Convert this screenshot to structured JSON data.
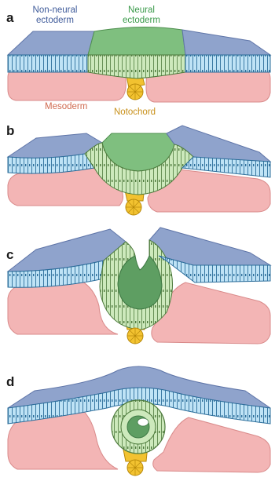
{
  "panels": [
    {
      "letter": "a"
    },
    {
      "letter": "b"
    },
    {
      "letter": "c"
    },
    {
      "letter": "d"
    }
  ],
  "labels": {
    "non_neural_line1": "Non-neural",
    "non_neural_line2": "ectoderm",
    "neural_line1": "Neural",
    "neural_line2": "ectoderm",
    "mesoderm": "Mesoderm",
    "notochord": "Notochord"
  },
  "colors": {
    "non_neural_ectoderm": "#8fa3cc",
    "non_neural_cells": "#bfe3f6",
    "neural_ectoderm": "#7fbf7f",
    "neural_cells": "#cde9bc",
    "mesoderm": "#f3b5b5",
    "notochord": "#f2c230",
    "label_non_neural": "#3f5b9a",
    "label_neural": "#3a9a4a",
    "label_mesoderm": "#d06a50",
    "label_notochord": "#c8901a"
  }
}
